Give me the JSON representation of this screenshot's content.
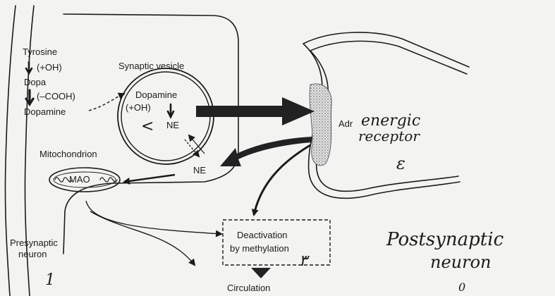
{
  "labels": {
    "tyrosine": "Tyrosine",
    "add_oh": "(+OH)",
    "dopa": "Dopa",
    "minus_cooh": "(–COOH)",
    "dopamine_left": "Dopamine",
    "synaptic_vesicle": "Synaptic vesicle",
    "dopamine_vesicle": "Dopamine",
    "add_oh_vesicle": "(+OH)",
    "ne_vesicle": "NE",
    "ne_cleft": "NE",
    "mitochondrion": "Mitochondrion",
    "mao": "MAO",
    "adr_prefix": "Adr",
    "presynaptic_1": "Presynaptic",
    "presynaptic_2": "neuron",
    "deactivation_1": "Deactivation",
    "deactivation_2": "by methylation",
    "circulation": "Circulation"
  },
  "handwriting": {
    "energic": "energic",
    "receptor": "receptor",
    "post_1": "Postsynaptic",
    "post_2": "neuron",
    "mark_presynaptic": "1",
    "mark_postsynaptic": "ε",
    "mark_deactivation": "٣",
    "mark_vesicle": "<",
    "mark_circulation": "0"
  }
}
